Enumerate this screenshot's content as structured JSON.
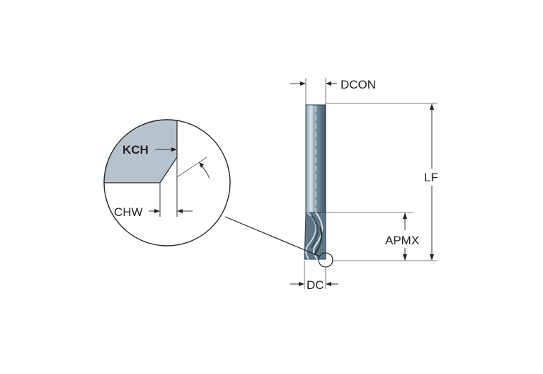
{
  "labels": {
    "dcon": "DCON",
    "lf": "LF",
    "apmx": "APMX",
    "dc": "DC",
    "kch": "KCH",
    "chw": "CHW"
  },
  "colors": {
    "tool_body": "#6e8798",
    "tool_dark": "#3f5566",
    "tool_highlight": "#c9d6df",
    "detail_fill": "#b7c3cc",
    "line": "#222222"
  }
}
